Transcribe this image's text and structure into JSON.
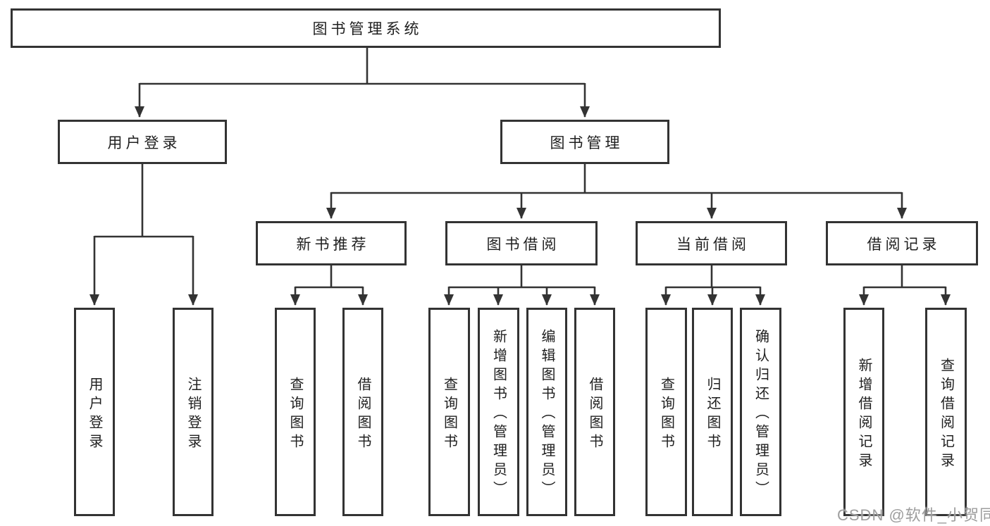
{
  "nodes": {
    "root": "图书管理系统",
    "user_login": "用户登录",
    "book_management": "图书管理",
    "new_book_recommend": "新书推荐",
    "book_borrow": "图书借阅",
    "current_borrow": "当前借阅",
    "borrow_records": "借阅记录"
  },
  "leaves": {
    "user_login": [
      "用户登录",
      "注销登录"
    ],
    "new_book_recommend": [
      "查询图书",
      "借阅图书"
    ],
    "book_borrow": [
      "查询图书",
      "新增图书（管理员）",
      "编辑图书（管理员）",
      "借阅图书"
    ],
    "current_borrow": [
      "查询图书",
      "归还图书",
      "确认归还（管理员）"
    ],
    "borrow_records": [
      "新增借阅记录",
      "查询借阅记录"
    ]
  },
  "watermark": "CSDN @软件_小贺同学",
  "colors": {
    "line": "#333333",
    "border": "#333333",
    "text": "#1f1f1f",
    "watermark": "#9e9e9e",
    "background": "#ffffff"
  }
}
